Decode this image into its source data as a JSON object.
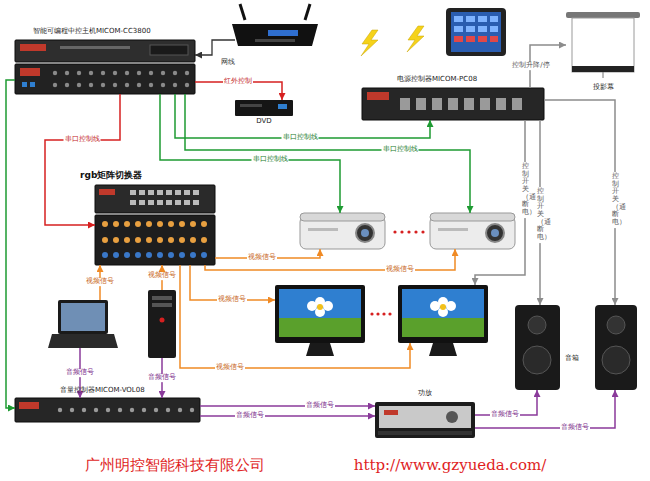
{
  "diagram": {
    "nodes": [
      {
        "text": [
          "智能可编程中控主机MICOM-CC3800"
        ]
      },
      {
        "text": [
          "DVD"
        ]
      },
      {
        "text": [
          "电源控制器MICOM-PC08"
        ]
      },
      {
        "text": [
          "投影幕"
        ]
      },
      {
        "text": [
          "rgb矩阵切换器"
        ]
      },
      {
        "text": [
          "音箱"
        ]
      },
      {
        "text": [
          "音量控制器MICOM-VOL08"
        ]
      },
      {
        "text": [
          "功放"
        ]
      }
    ],
    "edges": [
      {
        "from": 0,
        "to": 1,
        "label": "红外控制",
        "arrow": "to"
      },
      {
        "from": 0,
        "to": 2,
        "label": "串口控制线",
        "arrow": "to"
      },
      {
        "from": 0,
        "to": 4,
        "label": "串口控制线",
        "arrow": "to"
      },
      {
        "from": 0,
        "to": 6,
        "arrow": "to"
      },
      {
        "from": 2,
        "to": 3,
        "label": "控制升降/停",
        "arrow": "to"
      },
      {
        "from": 2,
        "to": 5,
        "label": "控制开关（通断电）",
        "arrow": "to"
      },
      {
        "from": 6,
        "to": 7,
        "label": "音频信号",
        "arrow": "to"
      },
      {
        "from": 7,
        "to": 5,
        "label": "音频信号",
        "arrow": "to"
      }
    ],
    "labels": [
      "网线",
      "串口控制线",
      "串口控制线",
      "视频信号",
      "视频信号",
      "视频信号",
      "视频信号",
      "视频信号",
      "视频信号",
      "控制开关（通断电）",
      "控制开关（通断电）",
      "音频信号",
      "音频信号",
      "音频信号",
      "音频信号",
      "广州明控智能科技有限公司",
      "http://www.gzyueda.com/"
    ]
  }
}
